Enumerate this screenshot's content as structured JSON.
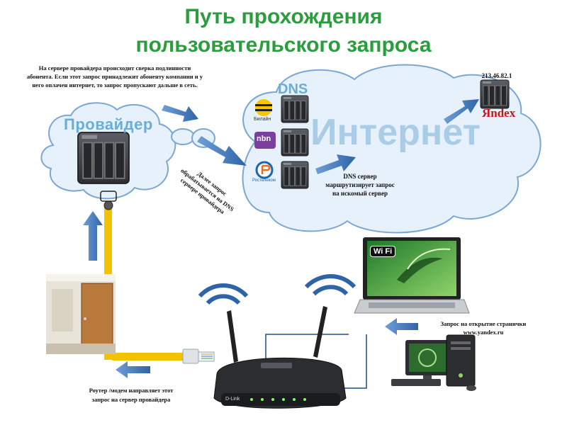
{
  "title": {
    "line1": "Путь прохождения",
    "line2": "пользовательского запроса"
  },
  "provider_note": "На сервере провайдера происходит сверка подлинности абонента. Если этот запрос принадлежит абоненту компании и у него оплачен интернет, то запрос пропускают дальше в сеть.",
  "provider_cloud_label": "Провайдер",
  "dns_cloud_label": "DNS",
  "internet_label": "Интернет",
  "forward_note": "Далее запрос обрабатывается на DNS сервере провайдера",
  "dns_route_note": {
    "line1": "DNS сервер",
    "line2": "маршрутизирует запрос",
    "line3": "на искомый сервер"
  },
  "ip_address": "213.46.82.1",
  "yandex_logo": "Яndex",
  "isp_logos": {
    "beeline": "Билайн",
    "nbn": "nbn",
    "rostelecom": "Ростелеком"
  },
  "wifi_badge": "Wi Fi",
  "user_request_note": {
    "line1": "Запрос на открытие странички",
    "line2": "www.yandex.ru"
  },
  "router_note": {
    "line1": "Роутер /модем направляет этот",
    "line2": "запрос на сервер провайдера"
  },
  "router_brand": "D-Link",
  "colors": {
    "title": "#2a9d3c",
    "arrow": "#4a7fc1",
    "cable": "#f2c200",
    "cloud_fill": "#e6f1fb",
    "cloud_stroke": "#7aa7d4",
    "internet_text": "#a9cde6"
  }
}
